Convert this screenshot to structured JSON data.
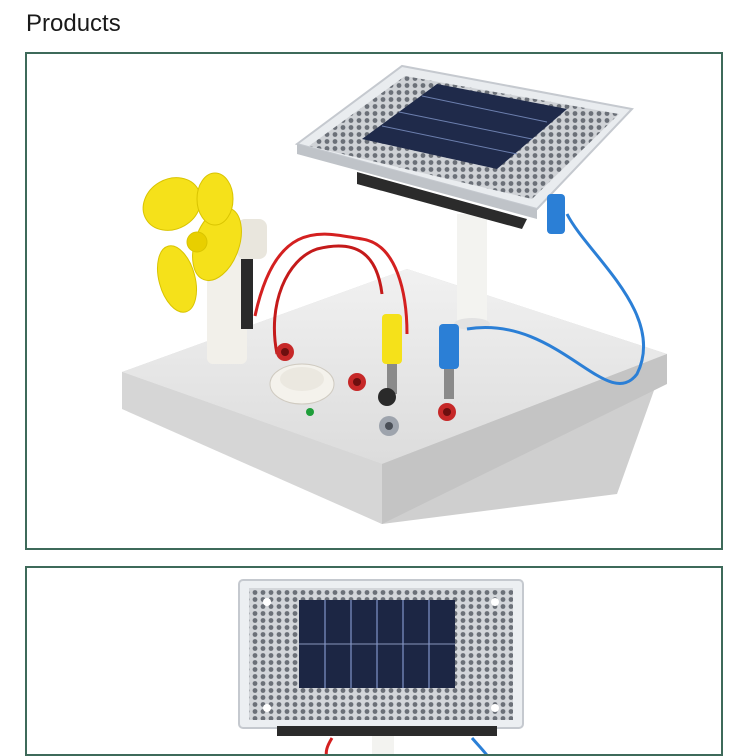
{
  "page": {
    "title": "Products"
  },
  "photos": [
    {
      "subject": "solar-panel-fan-kit"
    },
    {
      "subject": "solar-panel-closeup"
    }
  ],
  "colors": {
    "frame_border": "#3e6a5a",
    "fan": "#f5e11a",
    "base": "#e6e6e6",
    "wire_red": "#d42020",
    "wire_blue": "#2b7fd6",
    "panel_cells": "#1f2a4a"
  }
}
